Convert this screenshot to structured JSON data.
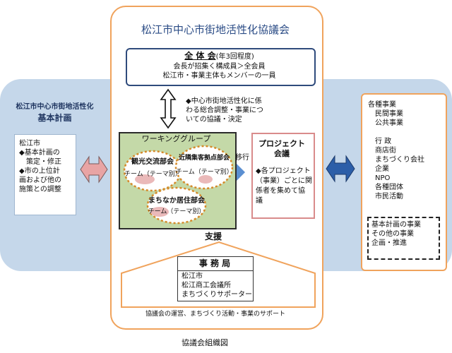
{
  "title": "松江市中心市街地活性化協議会",
  "caption": "協議会組織図",
  "left_panel": {
    "heading_line1": "松江市中心市街地活性化",
    "heading_line2": "基本計画",
    "body": [
      "松江市",
      "◆基本計画の",
      "　策定・修正",
      "◆市の上位計",
      "画および他の",
      "施策との調整"
    ]
  },
  "general_meeting": {
    "title": "全 体 会",
    "title_note": "(年3回程度)",
    "line1": "会長が招集く構成員＞全会員",
    "line2": "松江市・事業主体もメンバーの一員"
  },
  "coordination_note": [
    "◆中心市街地活性化に係",
    "わる総合調整・事業につ",
    "いての協議・決定"
  ],
  "working_group": {
    "title": "ワーキンググループ",
    "teams": [
      {
        "name": "観光交流部会",
        "sub": "チーム（テーマ別）"
      },
      {
        "name": "近隣集客拠点部会",
        "sub": "チーム（テーマ別）"
      },
      {
        "name": "まちなか居住部会",
        "sub": "チーム（テーマ別）"
      }
    ]
  },
  "transfer_label": "移行",
  "project_meeting": {
    "title_line1": "プロジェクト",
    "title_line2": "会議",
    "body": [
      "◆各プロジェクト",
      "（事業）ごとに関",
      "係者を集めて協",
      "議"
    ]
  },
  "support": {
    "label": "支援",
    "office_title": "事 務 局",
    "members": [
      "松江市",
      "松江商工会議所",
      "まちづくりサポーター"
    ],
    "footer": "協議会の運営、まちづくり活動・事業のサポート"
  },
  "right_panel": {
    "items": [
      "各種事業",
      "　民間事業",
      "　公共事業",
      "",
      "　行 政",
      "　商店街",
      "　まちづくり会社",
      "　企業",
      "　NPO",
      "　各種団体",
      "　市民活動"
    ],
    "dashed_box": [
      "基本計画の事業",
      "その他の事業",
      "企画・推進"
    ]
  },
  "colors": {
    "band": "#c5d7ea",
    "orange": "#f0a35c",
    "navy": "#2f4b7c",
    "green_fill": "#c4d9a8",
    "pink_arrow": "#e8a4a4",
    "blue_arrow": "#2c5ea8",
    "cyan_arrow": "#5b8fd1"
  }
}
